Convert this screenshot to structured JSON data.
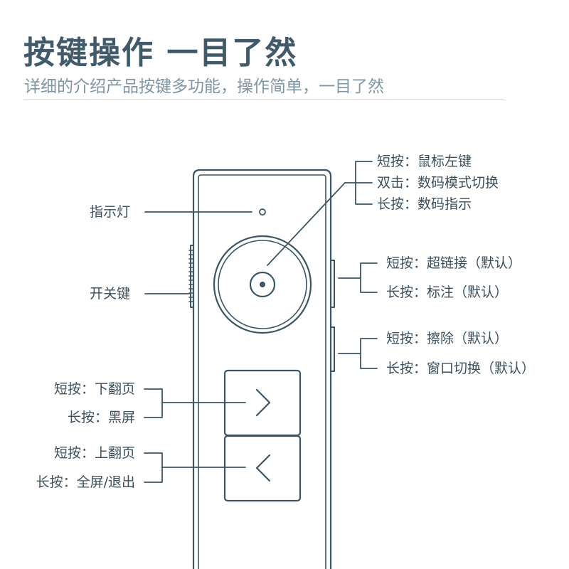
{
  "header": {
    "title": "按键操作 一目了然",
    "subtitle": "详细的介绍产品按键多功能，操作简单，一目了然"
  },
  "labels": {
    "indicator": "指示灯",
    "power": "开关键",
    "center_click": "短按：鼠标左键",
    "center_double": "双击：数码模式切换",
    "center_long": "长按：数码指示",
    "side_top_short": "短按：超链接（默认）",
    "side_top_long": "长按：标注（默认）",
    "side_bottom_short": "短按：擦除（默认）",
    "side_bottom_long": "长按：窗口切换（默认）",
    "next_short": "短按：下翻页",
    "next_long": "长按：黑屏",
    "prev_short": "短按：上翻页",
    "prev_long": "长按：全屏/退出"
  },
  "colors": {
    "title": "#3f5a6b",
    "subtitle": "#7e96a4",
    "device_outline": "#3b5566",
    "label_text": "#3c4f5c"
  },
  "icons": {
    "next_button": "chevron-right-icon",
    "prev_button": "chevron-left-icon",
    "center_button": "laser-dot-icon"
  }
}
